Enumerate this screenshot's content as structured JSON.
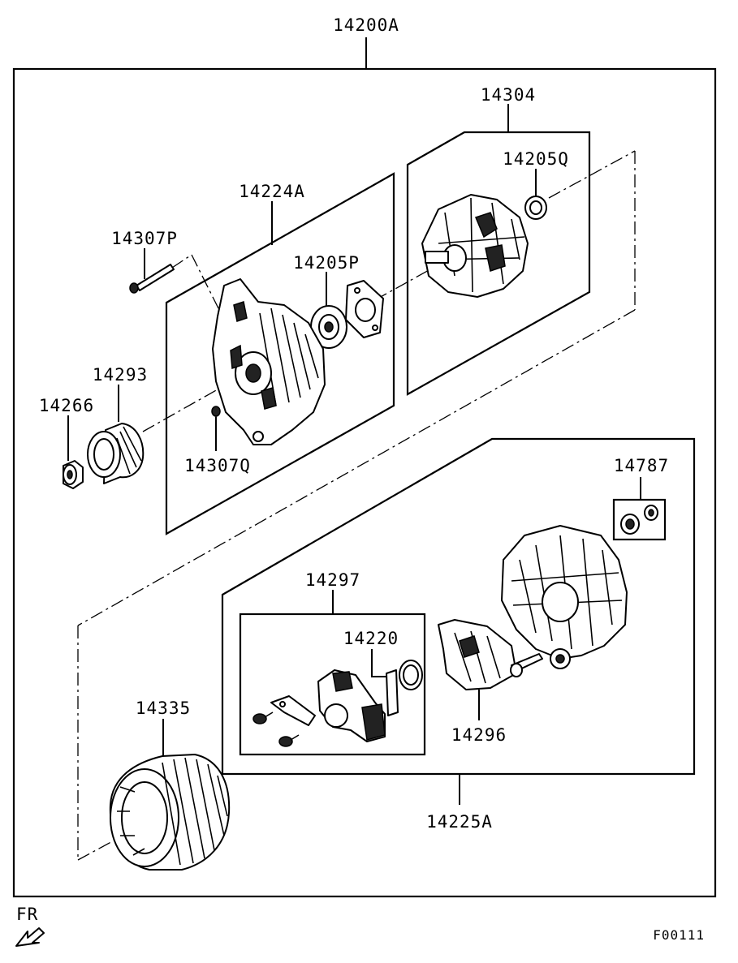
{
  "labels": {
    "assembly": "14200A",
    "rear_bracket_assy": "14304",
    "rear_bearing": "14205Q",
    "front_bracket_assy": "14224A",
    "front_bearing": "14205P",
    "through_bolt": "14307P",
    "screw": "14307Q",
    "pulley": "14293",
    "nut": "14266",
    "nut_set": "14787",
    "brush_holder_assy": "14297",
    "brush": "14220",
    "regulator": "14296",
    "stator": "14335",
    "rectifier_assy": "14225A"
  },
  "direction_label": "FR",
  "figure_code": "F00111"
}
